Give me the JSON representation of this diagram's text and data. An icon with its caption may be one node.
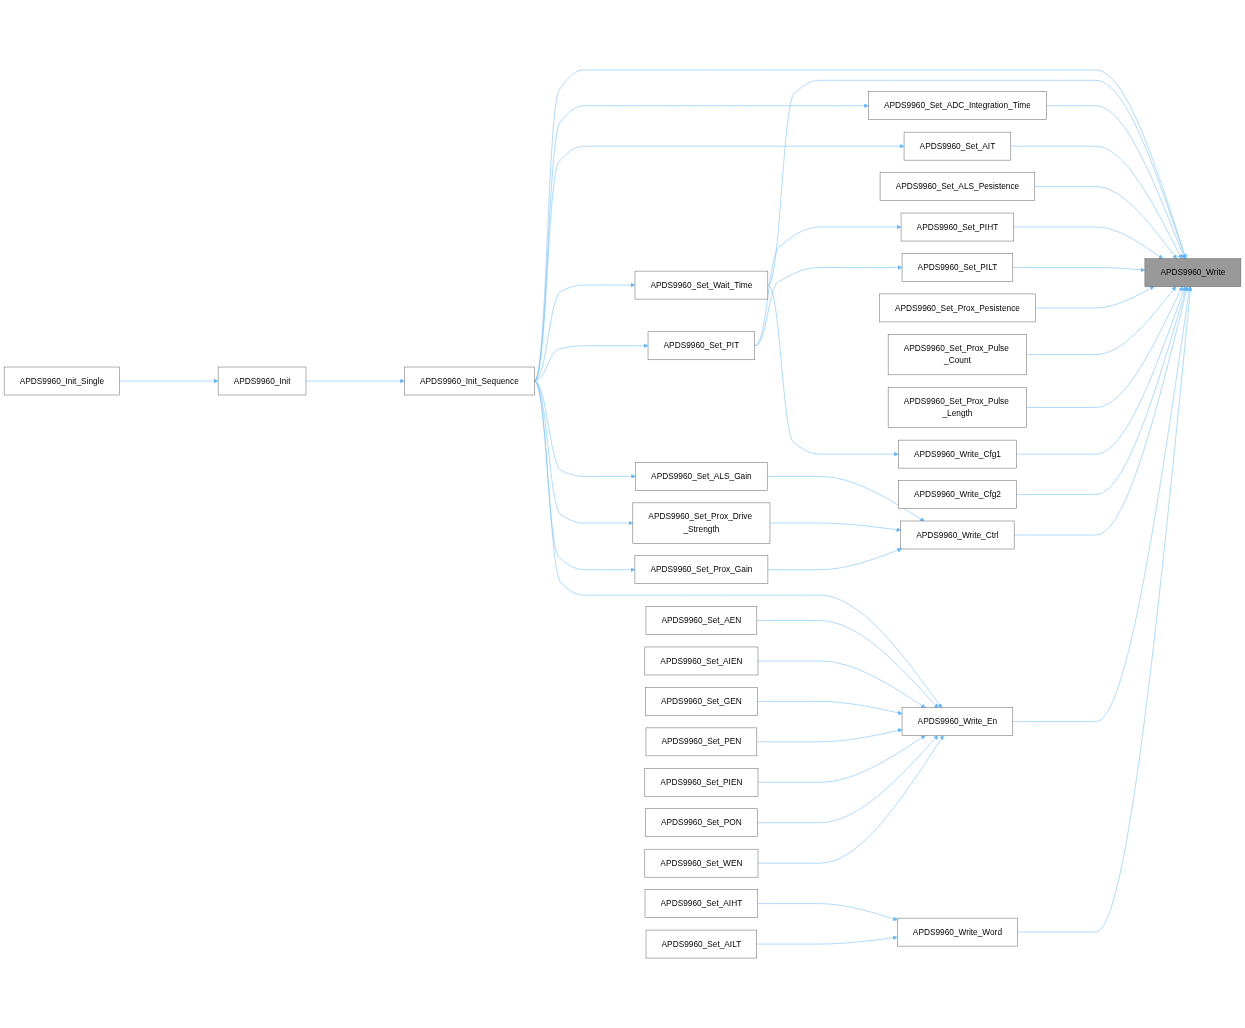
{
  "diagram": {
    "nodes": [
      {
        "text": [
          "APDS9960_Init_Single"
        ]
      },
      {
        "text": [
          "APDS9960_Init"
        ]
      },
      {
        "text": [
          "APDS9960_Init_Sequence"
        ]
      },
      {
        "text": [
          "APDS9960_Set_PIT"
        ]
      },
      {
        "text": [
          "APDS9960_Set_Wait_Time"
        ]
      },
      {
        "text": [
          "APDS9960_Set_ALS_Gain"
        ]
      },
      {
        "text": [
          "APDS9960_Set_Prox_Drive _Strength"
        ]
      },
      {
        "text": [
          "APDS9960_Set_Prox_Gain"
        ]
      },
      {
        "text": [
          "APDS9960_Set_AEN"
        ]
      },
      {
        "text": [
          "APDS9960_Set_AIEN"
        ]
      },
      {
        "text": [
          "APDS9960_Set_GEN"
        ]
      },
      {
        "text": [
          "APDS9960_Set_PEN"
        ]
      },
      {
        "text": [
          "APDS9960_Set_PIEN"
        ]
      },
      {
        "text": [
          "APDS9960_Set_PON"
        ]
      },
      {
        "text": [
          "APDS9960_Set_WEN"
        ]
      },
      {
        "text": [
          "APDS9960_Set_AIHT"
        ]
      },
      {
        "text": [
          "APDS9960_Set_AILT"
        ]
      },
      {
        "text": [
          "APDS9960_Set_ADC_Integration_Time"
        ]
      },
      {
        "text": [
          "APDS9960_Set_AIT"
        ]
      },
      {
        "text": [
          "APDS9960_Set_ALS_Pesistence"
        ]
      },
      {
        "text": [
          "APDS9960_Set_PIHT"
        ]
      },
      {
        "text": [
          "APDS9960_Set_PILT"
        ]
      },
      {
        "text": [
          "APDS9960_Set_Prox_Pesistence"
        ]
      },
      {
        "text": [
          "APDS9960_Set_Prox_Pulse _Count"
        ]
      },
      {
        "text": [
          "APDS9960_Set_Prox_Pulse _Length"
        ]
      },
      {
        "text": [
          "APDS9960_Write_Cfg1"
        ]
      },
      {
        "text": [
          "APDS9960_Write_Cfg2"
        ]
      },
      {
        "text": [
          "APDS9960_Write_Ctrl"
        ]
      },
      {
        "text": [
          "APDS9960_Write_En"
        ]
      },
      {
        "text": [
          "APDS9960_Write_Word"
        ]
      },
      {
        "text": [
          "APDS9960_Write"
        ]
      }
    ],
    "edges": [
      {
        "from": 0,
        "to": 1,
        "arrow": "to"
      },
      {
        "from": 1,
        "to": 2,
        "arrow": "to"
      },
      {
        "from": 2,
        "to": 30,
        "arrow": "to"
      },
      {
        "from": 2,
        "to": 17,
        "arrow": "to"
      },
      {
        "from": 2,
        "to": 18,
        "arrow": "to"
      },
      {
        "from": 2,
        "to": 4,
        "arrow": "to"
      },
      {
        "from": 2,
        "to": 3,
        "arrow": "to"
      },
      {
        "from": 2,
        "to": 5,
        "arrow": "to"
      },
      {
        "from": 2,
        "to": 6,
        "arrow": "to"
      },
      {
        "from": 2,
        "to": 7,
        "arrow": "to"
      },
      {
        "from": 2,
        "to": 28,
        "arrow": "to"
      },
      {
        "from": 4,
        "to": 30,
        "arrow": "to"
      },
      {
        "from": 4,
        "to": 25,
        "arrow": "to"
      },
      {
        "from": 3,
        "to": 20,
        "arrow": "to"
      },
      {
        "from": 3,
        "to": 21,
        "arrow": "to"
      },
      {
        "from": 5,
        "to": 27,
        "arrow": "to"
      },
      {
        "from": 6,
        "to": 27,
        "arrow": "to"
      },
      {
        "from": 7,
        "to": 27,
        "arrow": "to"
      },
      {
        "from": 8,
        "to": 28,
        "arrow": "to"
      },
      {
        "from": 9,
        "to": 28,
        "arrow": "to"
      },
      {
        "from": 10,
        "to": 28,
        "arrow": "to"
      },
      {
        "from": 11,
        "to": 28,
        "arrow": "to"
      },
      {
        "from": 12,
        "to": 28,
        "arrow": "to"
      },
      {
        "from": 13,
        "to": 28,
        "arrow": "to"
      },
      {
        "from": 14,
        "to": 28,
        "arrow": "to"
      },
      {
        "from": 15,
        "to": 29,
        "arrow": "to"
      },
      {
        "from": 16,
        "to": 29,
        "arrow": "to"
      },
      {
        "from": 17,
        "to": 30,
        "arrow": "to"
      },
      {
        "from": 18,
        "to": 30,
        "arrow": "to"
      },
      {
        "from": 19,
        "to": 30,
        "arrow": "to"
      },
      {
        "from": 20,
        "to": 30,
        "arrow": "to"
      },
      {
        "from": 21,
        "to": 30,
        "arrow": "to"
      },
      {
        "from": 22,
        "to": 30,
        "arrow": "to"
      },
      {
        "from": 23,
        "to": 30,
        "arrow": "to"
      },
      {
        "from": 24,
        "to": 30,
        "arrow": "to"
      },
      {
        "from": 25,
        "to": 30,
        "arrow": "to"
      },
      {
        "from": 26,
        "to": 30,
        "arrow": "to"
      },
      {
        "from": 27,
        "to": 30,
        "arrow": "to"
      },
      {
        "from": 28,
        "to": 30,
        "arrow": "to"
      },
      {
        "from": 29,
        "to": 30,
        "arrow": "to"
      }
    ]
  }
}
